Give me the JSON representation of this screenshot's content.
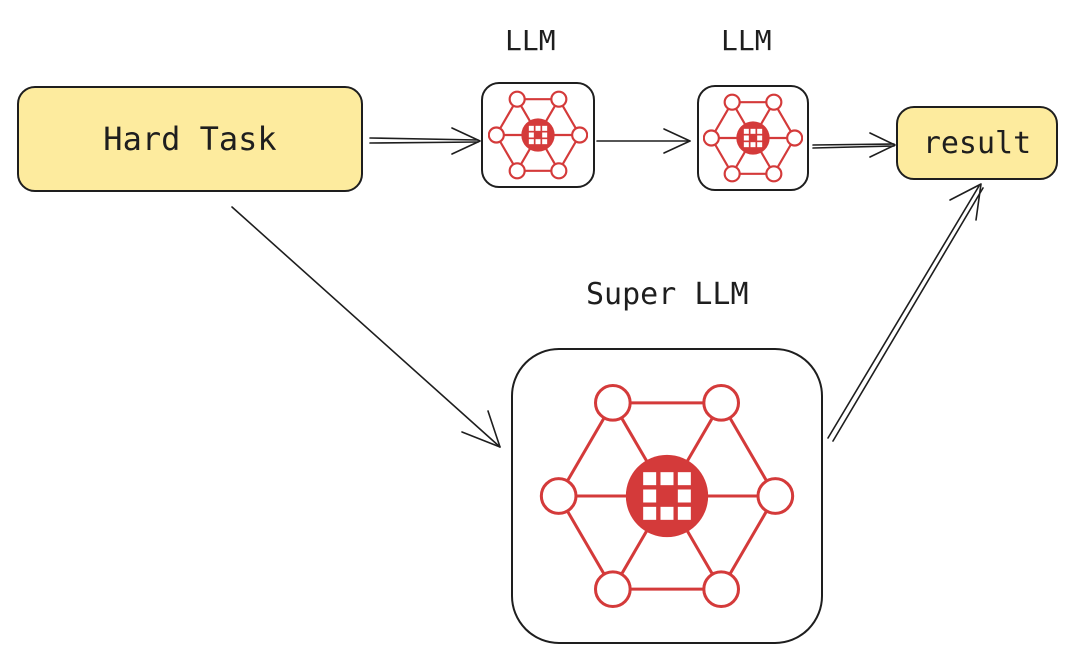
{
  "diagram": {
    "hard_task": {
      "label": "Hard Task"
    },
    "result": {
      "label": "result"
    },
    "llm_a": {
      "label": "LLM",
      "icon": "network-chip-icon"
    },
    "llm_b": {
      "label": "LLM",
      "icon": "network-chip-icon"
    },
    "super_llm": {
      "label": "Super LLM",
      "icon": "network-chip-icon"
    }
  },
  "colors": {
    "box_fill": "#fdeb9e",
    "stroke": "#1e1e1e",
    "icon": "#d43a3a"
  }
}
